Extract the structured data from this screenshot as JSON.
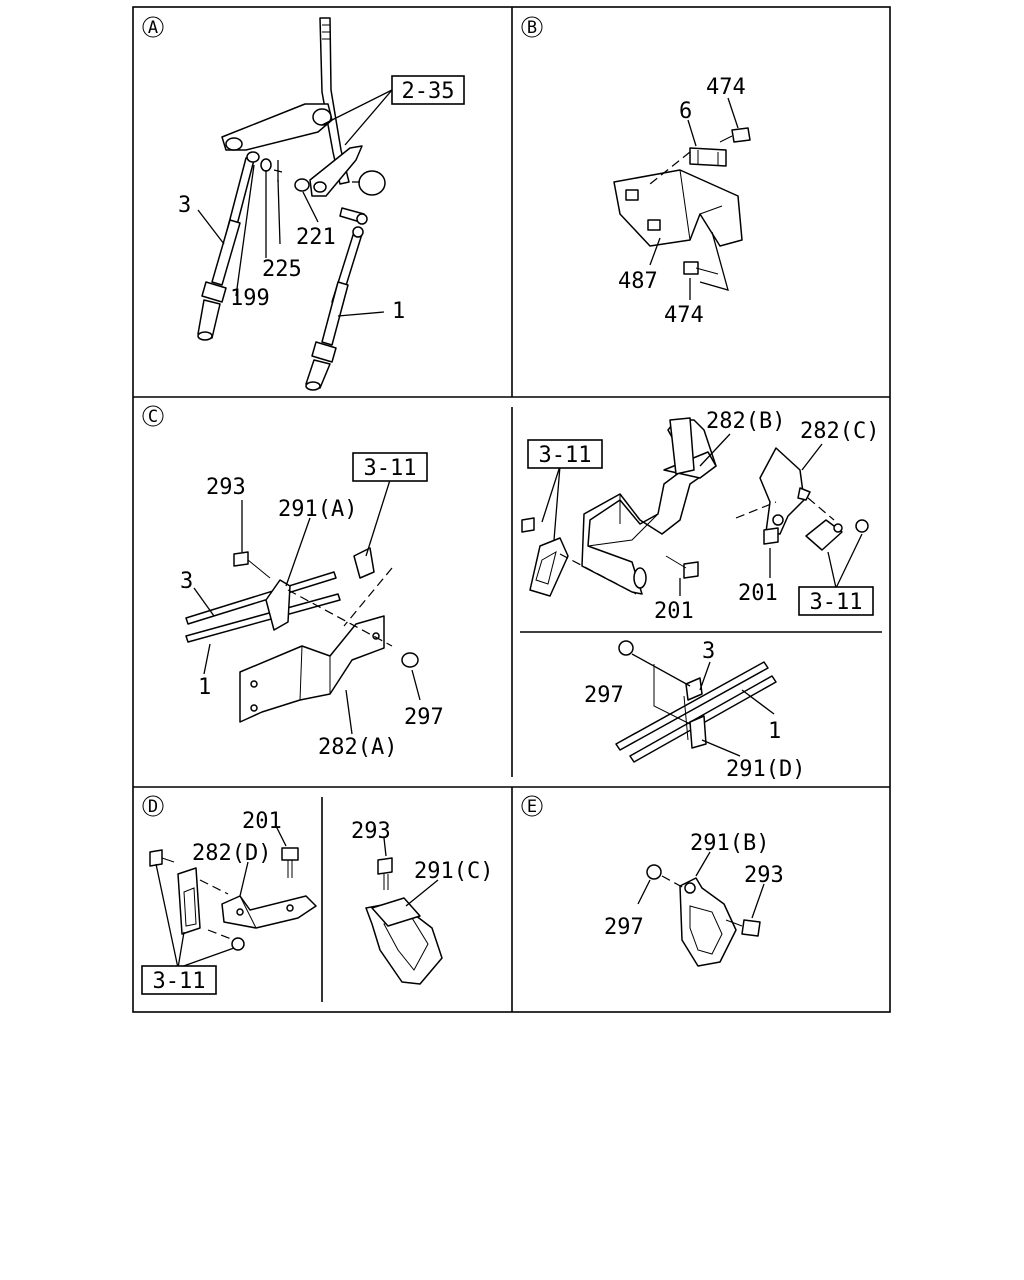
{
  "sections": {
    "a": {
      "letter": "A",
      "labels": {
        "ref_2_35": "2-35",
        "n3": "3",
        "n225": "225",
        "n221": "221",
        "n199": "199",
        "n1": "1"
      }
    },
    "b": {
      "letter": "B",
      "labels": {
        "n474_top": "474",
        "n6": "6",
        "n487": "487",
        "n474_bottom": "474"
      }
    },
    "c": {
      "letter": "C",
      "labels": {
        "ref_3_11": "3-11",
        "n293": "293",
        "n291a": "291(A)",
        "n3": "3",
        "n1": "1",
        "n297": "297",
        "n282a": "282(A)"
      }
    },
    "c_right": {
      "labels": {
        "ref_3_11_left": "3-11",
        "n282b": "282(B)",
        "n282c": "282(C)",
        "n201_left": "201",
        "n201_right": "201",
        "ref_3_11_right": "3-11",
        "n297": "297",
        "n3": "3",
        "n1": "1",
        "n291d": "291(D)"
      }
    },
    "d": {
      "letter": "D",
      "labels": {
        "n201": "201",
        "n282d": "282(D)",
        "ref_3_11": "3-11",
        "n293": "293",
        "n291c": "291(C)"
      }
    },
    "e": {
      "letter": "E",
      "labels": {
        "n291b": "291(B)",
        "n293": "293",
        "n297": "297"
      }
    }
  }
}
